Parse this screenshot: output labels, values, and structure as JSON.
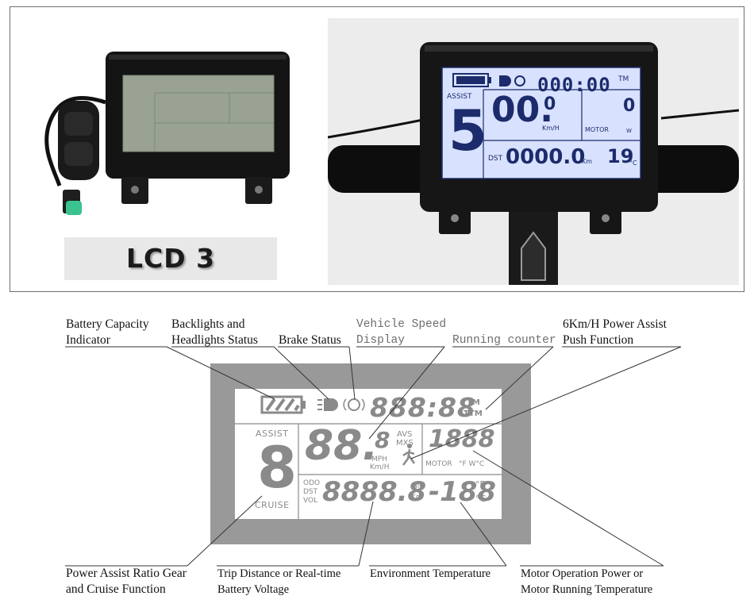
{
  "product_label": "LCD 3",
  "photo_display": {
    "digits_time": "000:00",
    "unit_tm": "TM",
    "assist_label": "ASSIST",
    "assist_level": "5",
    "speed": "00.",
    "speed_sub": "0",
    "speed_unit": "Km/H",
    "motor_label": "MOTOR",
    "motor_value": "0",
    "motor_unit": "W",
    "dst_label": "DST",
    "distance": "0000.0",
    "distance_unit": "Km",
    "temperature": "19",
    "temp_unit": "°C"
  },
  "diagram_display": {
    "time_digits": "888:88",
    "tm": "TM",
    "ttm": "TTM",
    "assist_label": "ASSIST",
    "assist_digit": "8",
    "cruise_label": "CRUISE",
    "speed_digits": "88.",
    "speed_sub": "8",
    "avs": "AVS",
    "mxs": "MXS",
    "mph": "MPH",
    "kmh": "Km/H",
    "motor_digits": "1888",
    "motor_label": "MOTOR",
    "motor_units": "°F W°C",
    "odo": "ODO",
    "dst": "DST",
    "vol": "VOL",
    "trip_digits": "8888.8",
    "mil": "Mil",
    "km": "Km",
    "temp_digits": "-188",
    "deg_f": "°F",
    "deg_c": "°C"
  },
  "annotations": {
    "battery": [
      "Battery Capacity",
      "Indicator"
    ],
    "backlights": [
      "Backlights and",
      "Headlights Status"
    ],
    "brake": "Brake Status",
    "vehicle_speed": [
      "Vehicle Speed",
      "Display"
    ],
    "running_counter": "Running counter",
    "push_assist": [
      "6Km/H Power Assist",
      "Push Function"
    ],
    "assist_ratio": [
      "Power Assist Ratio Gear",
      "and Cruise Function"
    ],
    "trip_distance": [
      "Trip Distance or Real-time",
      "Battery Voltage"
    ],
    "env_temp": "Environment Temperature",
    "motor_power": [
      "Motor Operation Power or",
      "Motor Running Temperature"
    ]
  },
  "colors": {
    "bezel": "#999999",
    "lcd_segments": "#8a8a8a",
    "photo_backlight": "#d8e2ff",
    "photo_digits": "#1c2b6b"
  }
}
